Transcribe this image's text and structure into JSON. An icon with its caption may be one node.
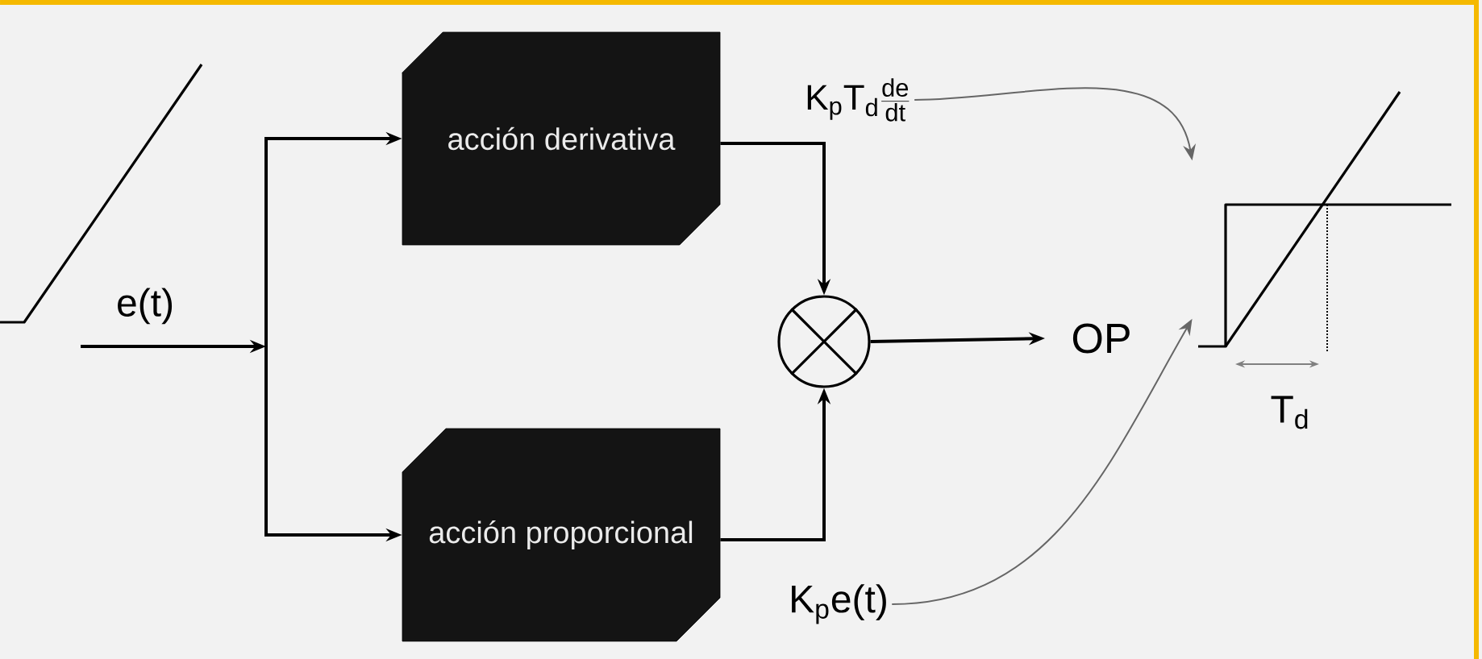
{
  "diagram": {
    "nodes": [
      {
        "text": [
          "acción derivativa"
        ]
      },
      {
        "text": [
          "acción proporcional"
        ]
      },
      {
        "text": [],
        "shape": "circle"
      },
      {
        "text": [
          "OP"
        ]
      },
      {
        "text": [
          "\\mathrm{K_{p}T_{d}}\\frac{\\mathrm{de}}{\\mathrm{dt}}"
        ]
      },
      {
        "text": [
          "K$_{p}$e(t)"
        ]
      },
      {
        "text": [],
        "shape": "picture"
      }
    ],
    "edges": [
      {
        "from": null,
        "to": 0,
        "arrow": "to",
        "label": "e(t)"
      },
      {
        "from": null,
        "to": 1,
        "arrow": "to"
      },
      {
        "from": 0,
        "to": 2,
        "arrow": "to"
      },
      {
        "from": 1,
        "to": 2,
        "arrow": "to"
      },
      {
        "from": 2,
        "to": 3,
        "arrow": "to"
      },
      {
        "from": 4,
        "to": 6,
        "arrow": "to",
        "color": "#666666"
      },
      {
        "from": 5,
        "to": 6,
        "arrow": "to",
        "color": "#666666"
      }
    ],
    "labels": [
      "T$_{d}$"
    ]
  }
}
